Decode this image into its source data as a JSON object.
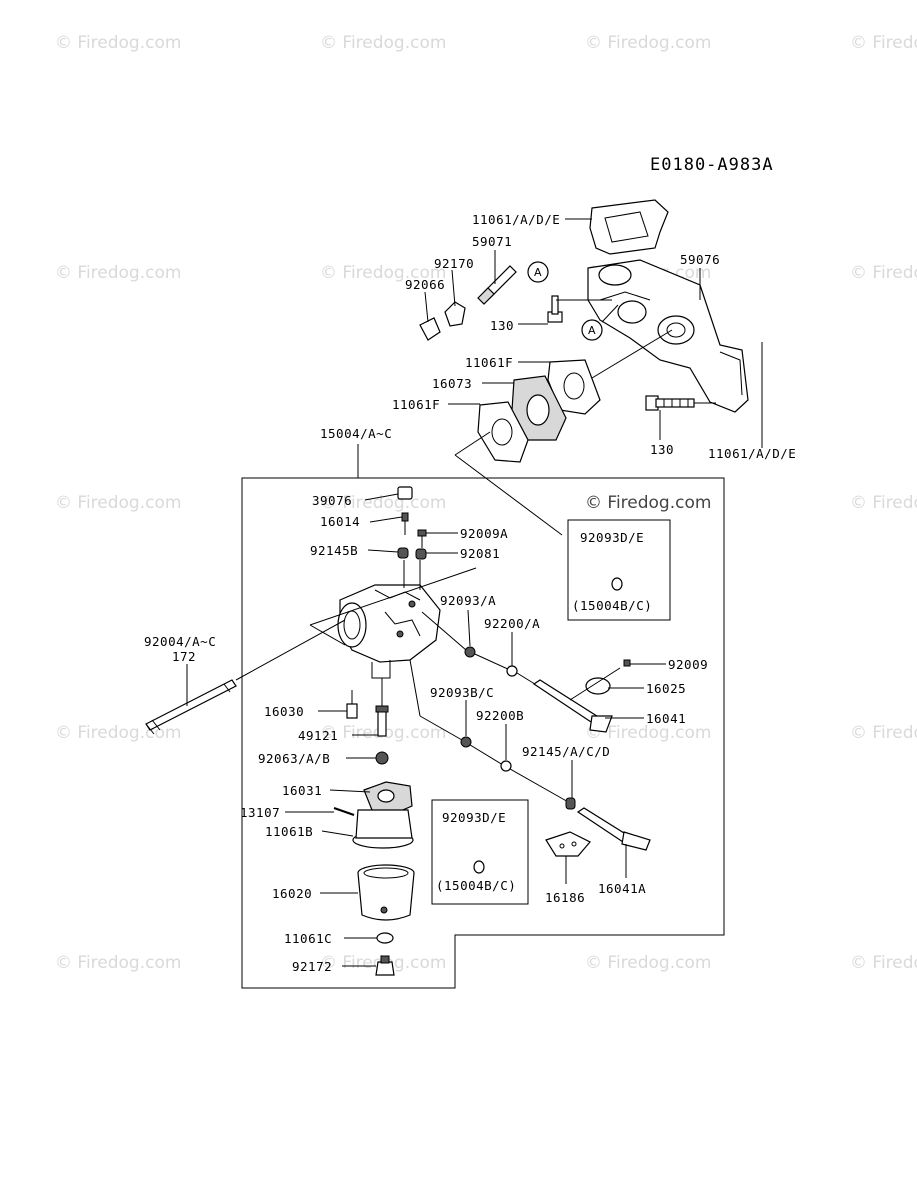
{
  "diagram_code": "E0180-A983A",
  "watermark": "© Firedog.com",
  "callout": "A",
  "inset_top": {
    "part": "92093D/E",
    "note": "(15004B/C)"
  },
  "inset_bottom": {
    "part": "92093D/E",
    "note": "(15004B/C)"
  },
  "labels": {
    "p11061ADE_top": "11061/A/D/E",
    "p59071": "59071",
    "p92170": "92170",
    "p92066": "92066",
    "p59076": "59076",
    "p130_top": "130",
    "p11061F_a": "11061F",
    "p16073": "16073",
    "p11061F_b": "11061F",
    "p130_bottom": "130",
    "p11061ADE_bottom": "11061/A/D/E",
    "p15004": "15004/A~C",
    "p39076": "39076",
    "p16014": "16014",
    "p92009A": "92009A",
    "p92145B": "92145B",
    "p92081": "92081",
    "p92093A": "92093/A",
    "p92200A": "92200/A",
    "p92004": "92004/A~C",
    "p172": "172",
    "p92009": "92009",
    "p16025": "16025",
    "p16030": "16030",
    "p92093BC": "92093B/C",
    "p92200B": "92200B",
    "p16041": "16041",
    "p49121": "49121",
    "p92145ACD": "92145/A/C/D",
    "p92063": "92063/A/B",
    "p16031": "16031",
    "p13107": "13107",
    "p11061B": "11061B",
    "p16020": "16020",
    "p16186": "16186",
    "p16041A": "16041A",
    "p11061C": "11061C",
    "p92172": "92172"
  }
}
